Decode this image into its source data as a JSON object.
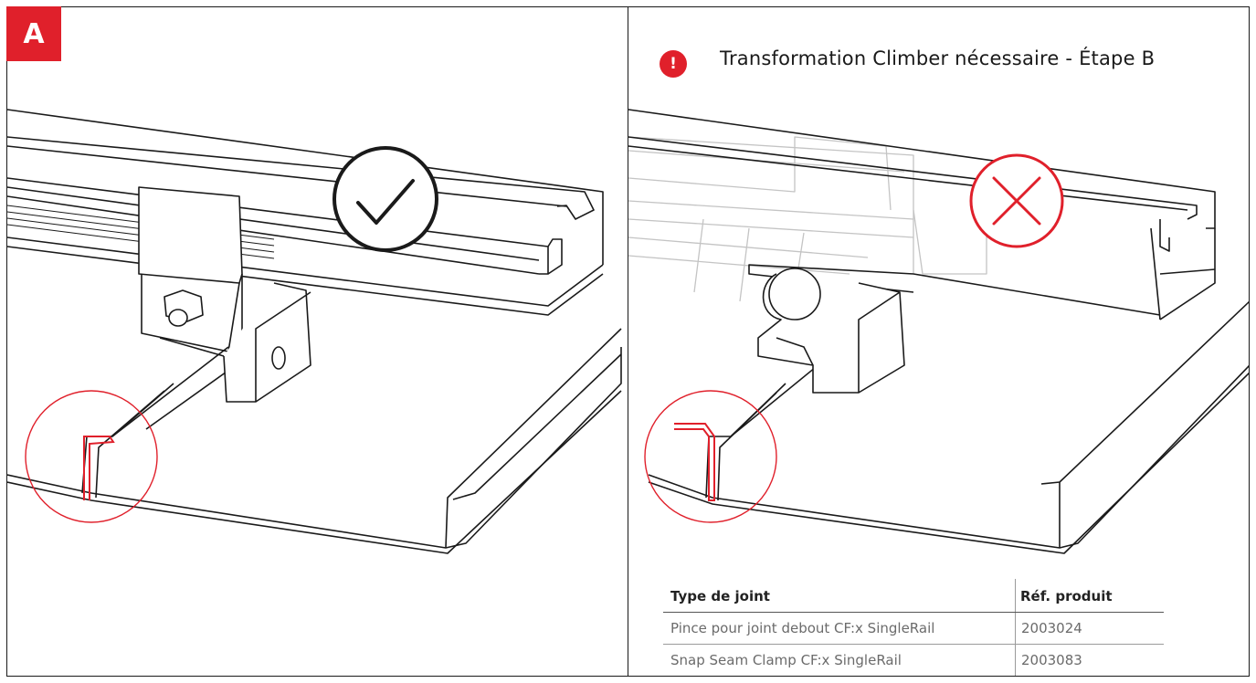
{
  "left_panel": {
    "step_label": "A",
    "status_icon": "check-circle-icon"
  },
  "right_panel": {
    "warning_glyph": "!",
    "notice_text": "Transformation Climber nécessaire - Étape B",
    "status_icon": "cross-circle-icon"
  },
  "colors": {
    "accent_red": "#e0202b",
    "line": "#1a1a1a",
    "ghost": "#bdbdbd"
  },
  "product_table": {
    "headers": [
      "Type de joint",
      "Réf. produit"
    ],
    "rows": [
      {
        "type": "Pince pour joint debout CF:x SingleRail",
        "ref": "2003024"
      },
      {
        "type": "Snap Seam Clamp CF:x SingleRail",
        "ref": "2003083"
      }
    ]
  }
}
